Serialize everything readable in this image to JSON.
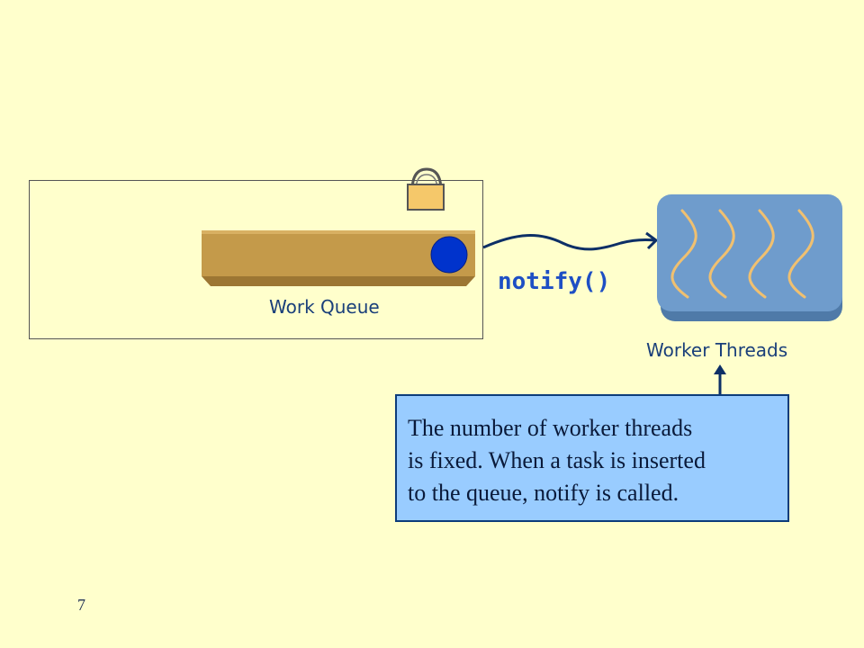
{
  "diagram": {
    "queue_label": "Work Queue",
    "notify_label": "notify()",
    "threads_label": "Worker Threads",
    "note_lines": [
      "The number of worker threads",
      "is fixed. When a task is inserted",
      "to the queue, notify is called."
    ],
    "page_number": "7"
  },
  "colors": {
    "background": "#ffffcc",
    "queue_fill": "#c49a4a",
    "task_dot": "#0033cc",
    "thread_pool_fill": "#6f9ccc",
    "thread_lines": "#f0c070",
    "note_fill": "#99ccff",
    "arrow": "#0d2f66"
  }
}
